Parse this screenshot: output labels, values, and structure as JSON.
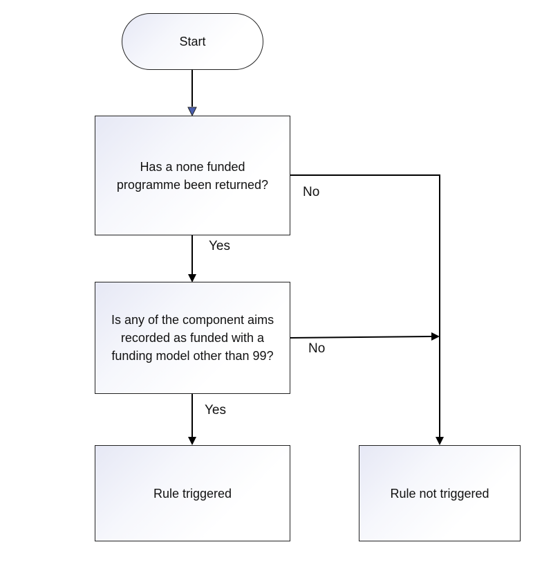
{
  "nodes": {
    "start": "Start",
    "q1": "Has a none funded programme been returned?",
    "q2": "Is any of the component aims recorded as funded with a funding model other than 99?",
    "triggered": "Rule triggered",
    "not_triggered": "Rule not triggered"
  },
  "edges": {
    "q1_yes": "Yes",
    "q1_no": "No",
    "q2_yes": "Yes",
    "q2_no": "No"
  },
  "colors": {
    "line": "#000000",
    "start_arrow": "#4a5fb0",
    "node_gradient": "#e6e8f5"
  }
}
